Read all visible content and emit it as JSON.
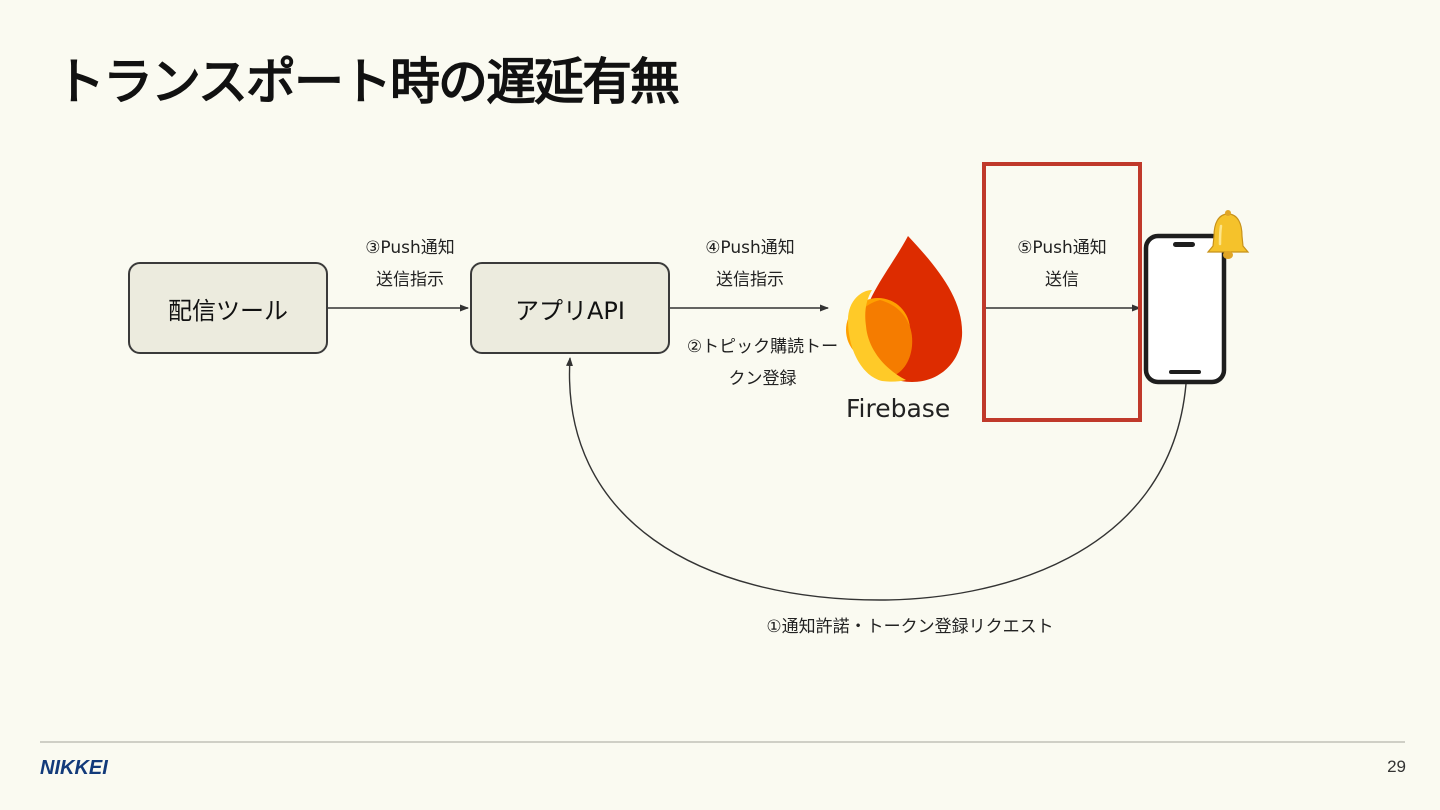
{
  "title": "トランスポート時の遅延有無",
  "nodes": {
    "tool": "配信ツール",
    "api": "アプリAPI",
    "firebase": "Firebase"
  },
  "steps": {
    "step3_line1": "③Push通知",
    "step3_line2": "送信指示",
    "step4_line1": "④Push通知",
    "step4_line2": "送信指示",
    "step2_line1": "②トピック購読トー",
    "step2_line2": "クン登録",
    "step5_line1": "⑤Push通知",
    "step5_line2": "送信",
    "step1": "①通知許諾・トークン登録リクエスト"
  },
  "icons": {
    "firebase": "firebase-flame-icon",
    "phone": "smartphone-icon",
    "bell": "bell-icon"
  },
  "colors": {
    "highlight": "#c0392b",
    "box_fill": "#ecebde",
    "background": "#fafaf1",
    "brand": "#123a7a"
  },
  "footer": {
    "logo": "NIKKEI",
    "page_number": "29"
  }
}
